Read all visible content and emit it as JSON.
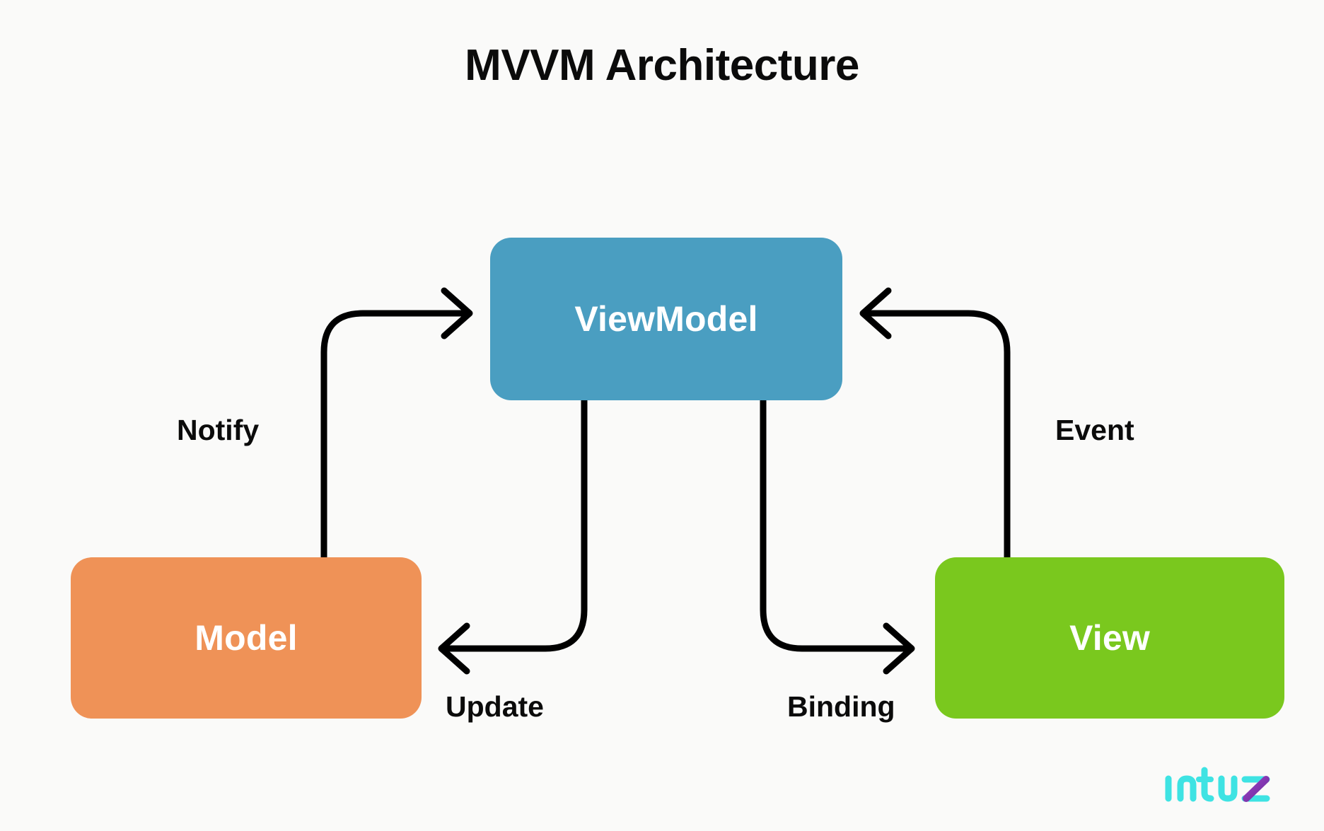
{
  "title": "MVVM Architecture",
  "background_color": "#fafaf9",
  "nodes": [
    {
      "id": "viewmodel",
      "label": "ViewModel",
      "color": "#4a9ec1",
      "text_color": "#ffffff"
    },
    {
      "id": "model",
      "label": "Model",
      "color": "#ef9257",
      "text_color": "#ffffff"
    },
    {
      "id": "view",
      "label": "View",
      "color": "#7ac81e",
      "text_color": "#ffffff"
    }
  ],
  "edges": [
    {
      "id": "notify",
      "label": "Notify",
      "from": "model",
      "to": "viewmodel",
      "direction": "right"
    },
    {
      "id": "event",
      "label": "Event",
      "from": "view",
      "to": "viewmodel",
      "direction": "left"
    },
    {
      "id": "update",
      "label": "Update",
      "from": "viewmodel",
      "to": "model",
      "direction": "left"
    },
    {
      "id": "binding",
      "label": "Binding",
      "from": "viewmodel",
      "to": "view",
      "direction": "right"
    }
  ],
  "edge_stroke_color": "#000000",
  "brand": {
    "name": "Intuz",
    "text_part": "Intu",
    "accent_part": "z",
    "primary_color": "#3ee3e3",
    "accent_color": "#8a3fb5"
  }
}
